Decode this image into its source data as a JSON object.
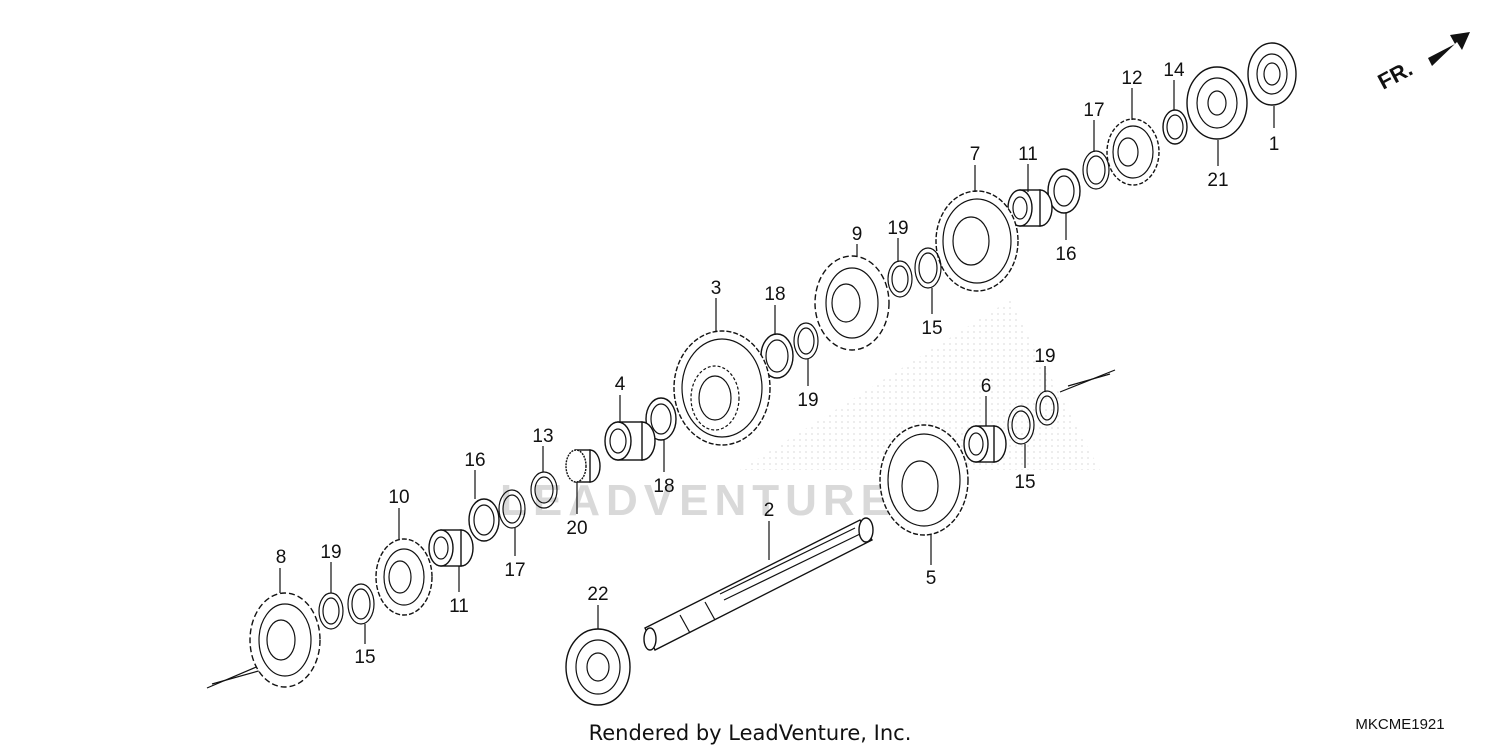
{
  "diagram": {
    "parts": [
      {
        "id": "p1",
        "label": "1"
      },
      {
        "id": "p2",
        "label": "2"
      },
      {
        "id": "p3",
        "label": "3"
      },
      {
        "id": "p4",
        "label": "4"
      },
      {
        "id": "p5",
        "label": "5"
      },
      {
        "id": "p6",
        "label": "6"
      },
      {
        "id": "p7",
        "label": "7"
      },
      {
        "id": "p8",
        "label": "8"
      },
      {
        "id": "p9",
        "label": "9"
      },
      {
        "id": "p10",
        "label": "10"
      },
      {
        "id": "p11a",
        "label": "11"
      },
      {
        "id": "p11b",
        "label": "11"
      },
      {
        "id": "p12",
        "label": "12"
      },
      {
        "id": "p13",
        "label": "13"
      },
      {
        "id": "p14",
        "label": "14"
      },
      {
        "id": "p15a",
        "label": "15"
      },
      {
        "id": "p15b",
        "label": "15"
      },
      {
        "id": "p15c",
        "label": "15"
      },
      {
        "id": "p16a",
        "label": "16"
      },
      {
        "id": "p16b",
        "label": "16"
      },
      {
        "id": "p17a",
        "label": "17"
      },
      {
        "id": "p17b",
        "label": "17"
      },
      {
        "id": "p18a",
        "label": "18"
      },
      {
        "id": "p18b",
        "label": "18"
      },
      {
        "id": "p19a",
        "label": "19"
      },
      {
        "id": "p19b",
        "label": "19"
      },
      {
        "id": "p19c",
        "label": "19"
      },
      {
        "id": "p19d",
        "label": "19"
      },
      {
        "id": "p20",
        "label": "20"
      },
      {
        "id": "p21",
        "label": "21"
      },
      {
        "id": "p22",
        "label": "22"
      }
    ],
    "direction_label": "FR.",
    "credit": "Rendered by LeadVenture, Inc.",
    "diagram_code": "MKCME1921",
    "watermark": "LEADVENTURE"
  }
}
